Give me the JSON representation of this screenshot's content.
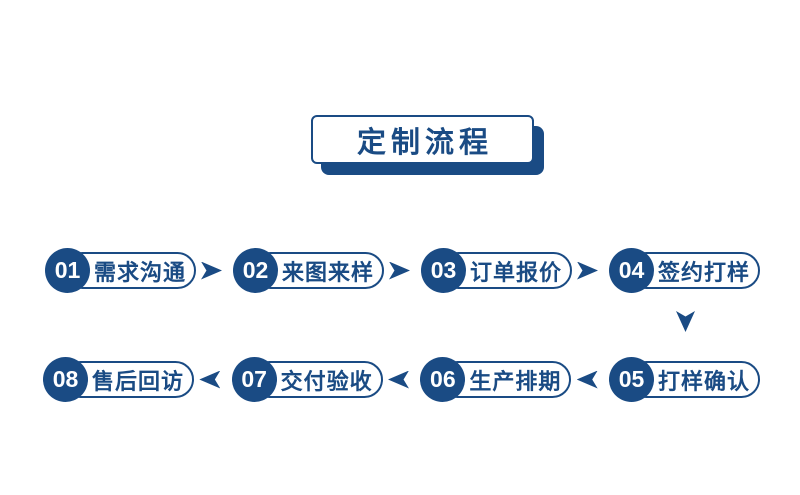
{
  "flow": {
    "title": "定制流程",
    "row1": [
      {
        "number": "01",
        "label": "需求沟通"
      },
      {
        "number": "02",
        "label": "来图来样"
      },
      {
        "number": "03",
        "label": "订单报价"
      },
      {
        "number": "04",
        "label": "签约打样"
      }
    ],
    "row2": [
      {
        "number": "08",
        "label": "售后回访"
      },
      {
        "number": "07",
        "label": "交付验收"
      },
      {
        "number": "06",
        "label": "生产排期"
      },
      {
        "number": "05",
        "label": "打样确认"
      }
    ],
    "arrows": {
      "row1_direction": "right",
      "connector": "down",
      "row2_direction": "left"
    }
  },
  "colors": {
    "primary": "#1A4B84",
    "background": "#FFFFFF",
    "text_on_primary": "#FFFFFF"
  }
}
